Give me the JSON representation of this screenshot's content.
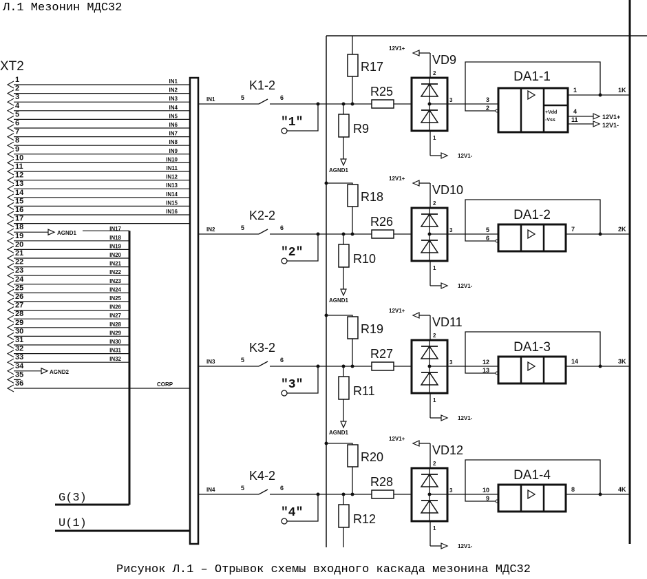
{
  "title": "Л.1  Мезонин МДС32",
  "caption": "Рисунок Л.1 – Отрывок схемы входного каскада мезонина МДС32",
  "connector": {
    "label": "XT2",
    "pins": [
      "1",
      "2",
      "3",
      "4",
      "5",
      "6",
      "7",
      "8",
      "9",
      "10",
      "11",
      "12",
      "13",
      "14",
      "15",
      "16",
      "17",
      "18",
      "19",
      "20",
      "21",
      "22",
      "23",
      "24",
      "25",
      "26",
      "27",
      "28",
      "29",
      "30",
      "31",
      "32",
      "33",
      "34",
      "35",
      "36"
    ],
    "bus_nets": [
      "IN1",
      "IN2",
      "IN3",
      "IN4",
      "IN5",
      "IN6",
      "IN7",
      "IN8",
      "IN9",
      "IN10",
      "IN11",
      "IN12",
      "IN13",
      "IN14",
      "IN15",
      "IN16"
    ],
    "group_nets": [
      "IN17",
      "IN18",
      "IN19",
      "IN20",
      "IN21",
      "IN22",
      "IN23",
      "IN24",
      "IN25",
      "IN26",
      "IN27",
      "IN28",
      "IN29",
      "IN30",
      "IN31",
      "IN32"
    ],
    "agnd1": "AGND1",
    "agnd2": "AGND2",
    "corp": "CORP",
    "g_label": "G(3)",
    "u_label": "U(1)"
  },
  "amp_power": {
    "pins": [
      "4",
      "11"
    ],
    "labels": [
      "+Vdd",
      "-Vss"
    ],
    "nets": [
      "12V1+",
      "12V1-"
    ]
  },
  "channels": [
    {
      "net": "IN1",
      "relay": "K1-2",
      "relay_pins": [
        "5",
        "6"
      ],
      "test_point": "\"1\"",
      "r_pullup": "R17",
      "r_series": "R25",
      "r_pulldown": "R9",
      "ground": "AGND1",
      "diode": "VD9",
      "diode_pins": [
        "2",
        "3",
        "1"
      ],
      "pos_supply": "12V1+",
      "neg_supply": "12V1-",
      "amp": "DA1-1",
      "amp_in_pins": [
        "3",
        "2"
      ],
      "amp_out_pin": "1",
      "output": "1K"
    },
    {
      "net": "IN2",
      "relay": "K2-2",
      "relay_pins": [
        "5",
        "6"
      ],
      "test_point": "\"2\"",
      "r_pullup": "R18",
      "r_series": "R26",
      "r_pulldown": "R10",
      "ground": "AGND1",
      "diode": "VD10",
      "diode_pins": [
        "2",
        "3",
        "1"
      ],
      "pos_supply": "12V1+",
      "neg_supply": "12V1-",
      "amp": "DA1-2",
      "amp_in_pins": [
        "5",
        "6"
      ],
      "amp_out_pin": "7",
      "output": "2K"
    },
    {
      "net": "IN3",
      "relay": "K3-2",
      "relay_pins": [
        "5",
        "6"
      ],
      "test_point": "\"3\"",
      "r_pullup": "R19",
      "r_series": "R27",
      "r_pulldown": "R11",
      "ground": "AGND1",
      "diode": "VD11",
      "diode_pins": [
        "2",
        "3",
        "1"
      ],
      "pos_supply": "12V1+",
      "neg_supply": "12V1-",
      "amp": "DA1-3",
      "amp_in_pins": [
        "12",
        "13"
      ],
      "amp_out_pin": "14",
      "output": "3K"
    },
    {
      "net": "IN4",
      "relay": "K4-2",
      "relay_pins": [
        "5",
        "6"
      ],
      "test_point": "\"4\"",
      "r_pullup": "R20",
      "r_series": "R28",
      "r_pulldown": "R12",
      "diode": "VD12",
      "diode_pins": [
        "2",
        "3",
        "1"
      ],
      "pos_supply": "12V1+",
      "neg_supply": "12V1-",
      "amp": "DA1-4",
      "amp_in_pins": [
        "10",
        "9"
      ],
      "amp_out_pin": "8",
      "output": "4K"
    }
  ]
}
